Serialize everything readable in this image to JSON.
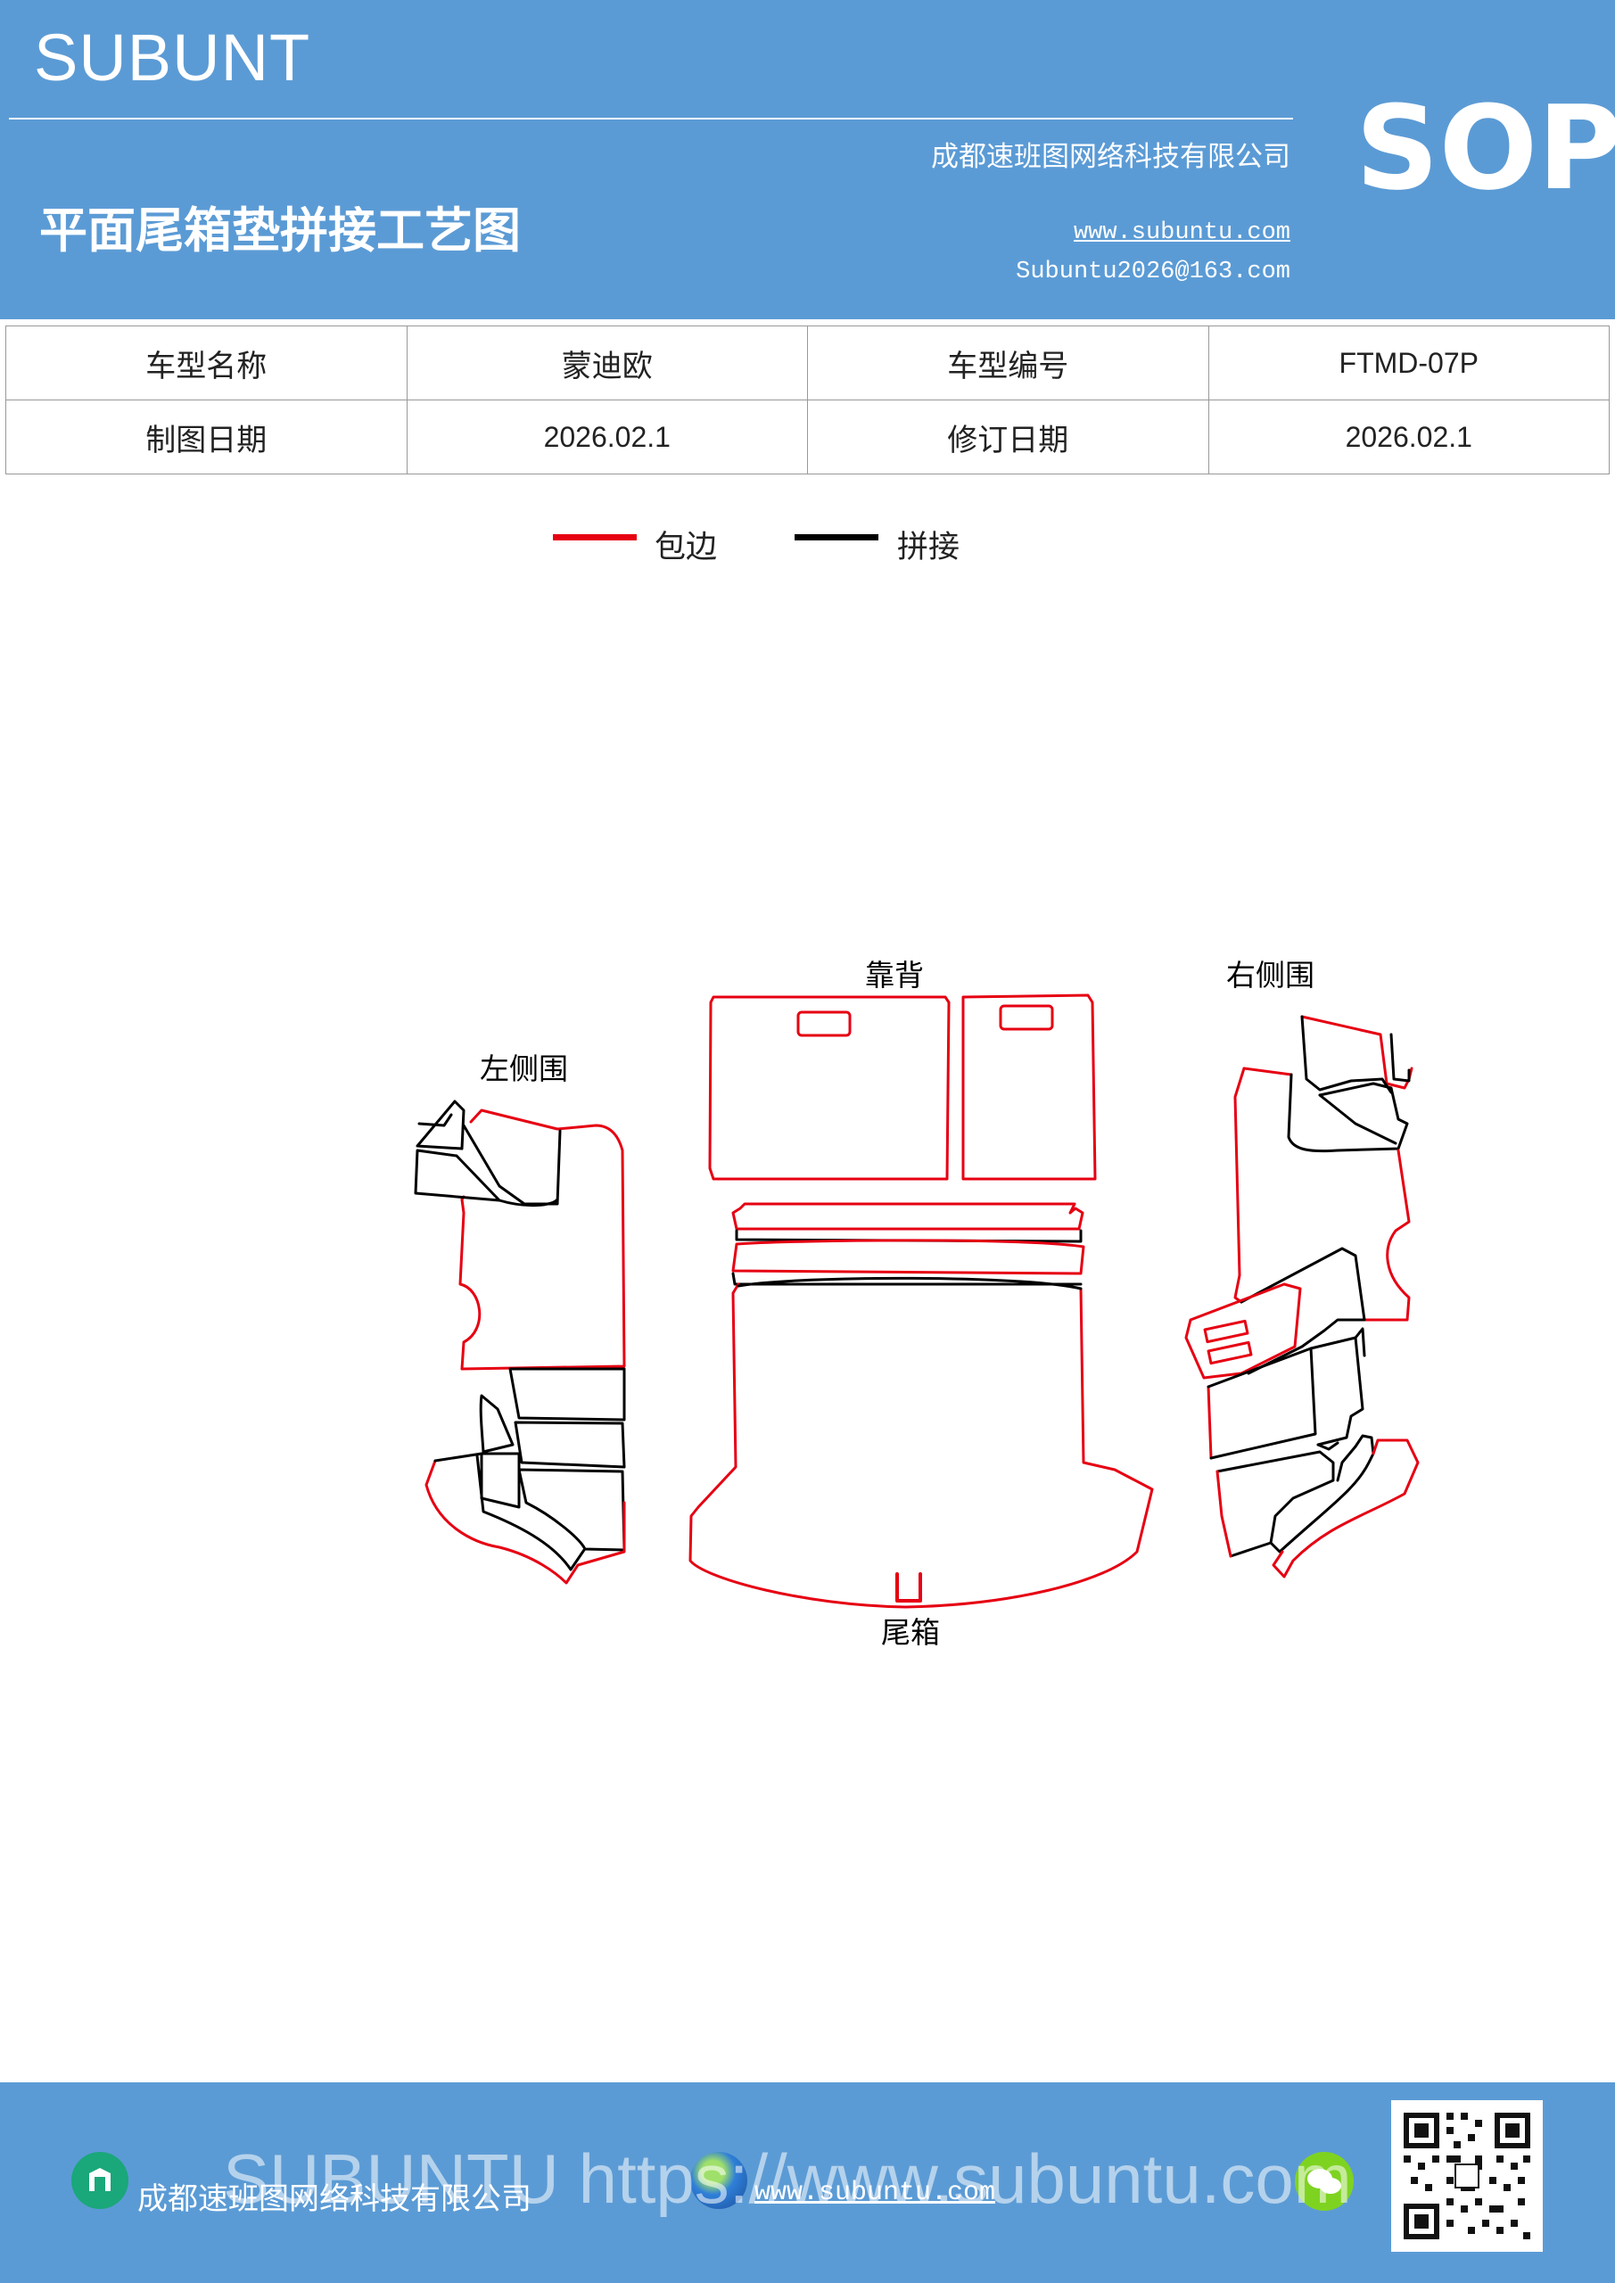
{
  "header": {
    "brand": "SUBUNT",
    "sop": "SOP",
    "title": "平面尾箱垫拼接工艺图",
    "company": "成都速班图网络科技有限公司",
    "website": "www.subuntu.com",
    "email": "Subuntu2026@163.com"
  },
  "info_table": {
    "rows": [
      [
        "车型名称",
        "蒙迪欧",
        "车型编号",
        "FTMD-07P"
      ],
      [
        "制图日期",
        "2026.02.1",
        "修订日期",
        "2026.02.1"
      ]
    ]
  },
  "legend": {
    "items": [
      {
        "label": "包边",
        "color": "#e60012"
      },
      {
        "label": "拼接",
        "color": "#000000"
      }
    ]
  },
  "parts": {
    "left_side": "左侧围",
    "backrest": "靠背",
    "right_side": "右侧围",
    "trunk": "尾箱"
  },
  "footer": {
    "watermark": "SUBUNTU https://www.subuntu.com",
    "company": "成都速班图网络科技有限公司",
    "url": "www.subuntu.com"
  },
  "colors": {
    "header_bg": "#5b9bd5",
    "edge_binding": "#e60012",
    "seam": "#000000"
  }
}
